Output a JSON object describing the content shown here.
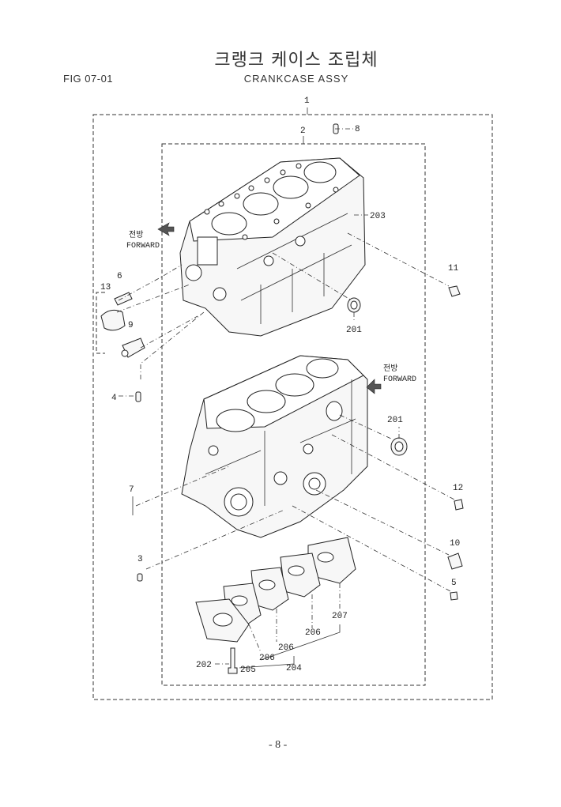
{
  "header": {
    "title_ko": "크랭크 케이스 조립체",
    "title_en": "CRANKCASE ASSY",
    "fig": "FIG 07-01"
  },
  "direction_upper": {
    "ko": "전방",
    "en": "FORWARD"
  },
  "direction_lower": {
    "ko": "전방",
    "en": "FORWARD"
  },
  "parts": {
    "p1": "1",
    "p2": "2",
    "p8": "8",
    "p203": "203",
    "p6": "6",
    "p13": "13",
    "p9": "9",
    "p11": "11",
    "p201a": "201",
    "p4": "4",
    "p201b": "201",
    "p12": "12",
    "p7": "7",
    "p10": "10",
    "p3": "3",
    "p5": "5",
    "p207": "207",
    "p206a": "206",
    "p206b": "206",
    "p206c": "206",
    "p202": "202",
    "p205": "205",
    "p204": "204"
  },
  "footer": {
    "page": "- 8 -"
  }
}
